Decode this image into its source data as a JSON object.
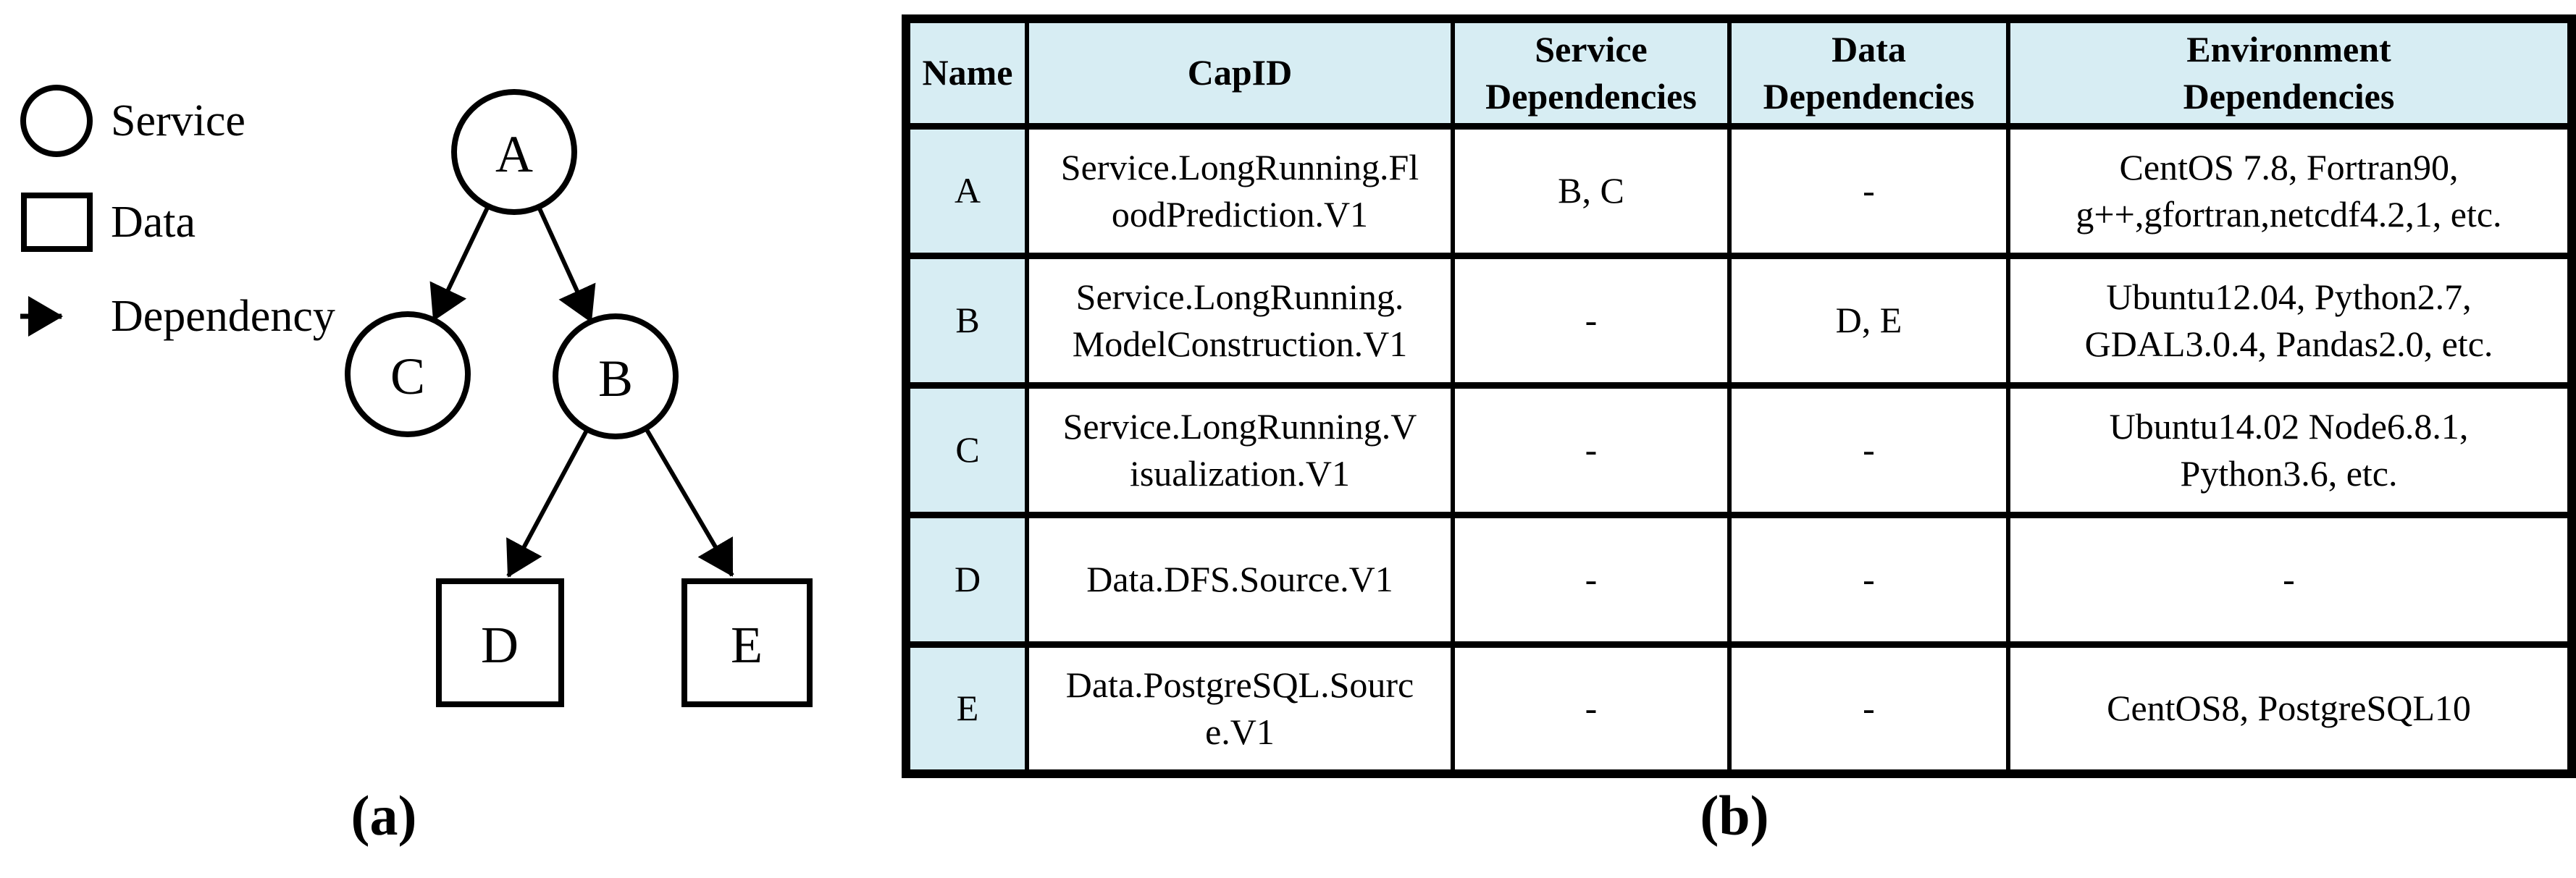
{
  "figure": {
    "caption_a": "(a)",
    "caption_b": "(b)"
  },
  "legend": {
    "items": [
      {
        "symbol": "circle-icon",
        "label": "Service"
      },
      {
        "symbol": "square-icon",
        "label": "Data"
      },
      {
        "symbol": "arrow-icon",
        "label": "Dependency"
      }
    ]
  },
  "graph": {
    "nodes": [
      {
        "id": "A",
        "type": "service"
      },
      {
        "id": "B",
        "type": "service"
      },
      {
        "id": "C",
        "type": "service"
      },
      {
        "id": "D",
        "type": "data"
      },
      {
        "id": "E",
        "type": "data"
      }
    ],
    "edges": [
      {
        "from": "A",
        "to": "C"
      },
      {
        "from": "A",
        "to": "B"
      },
      {
        "from": "B",
        "to": "D"
      },
      {
        "from": "B",
        "to": "E"
      }
    ]
  },
  "table": {
    "headers": [
      "Name",
      "CapID",
      "Service\nDependencies",
      "Data\nDependencies",
      "Environment\nDependencies"
    ],
    "rows": [
      {
        "name": "A",
        "capid": "Service.LongRunning.Fl\noodPrediction.V1",
        "service_deps": "B, C",
        "data_deps": "-",
        "env_deps": "CentOS 7.8, Fortran90,\ng++,gfortran,netcdf4.2,1, etc."
      },
      {
        "name": "B",
        "capid": "Service.LongRunning.\nModelConstruction.V1",
        "service_deps": "-",
        "data_deps": "D, E",
        "env_deps": "Ubuntu12.04, Python2.7,\nGDAL3.0.4, Pandas2.0, etc."
      },
      {
        "name": "C",
        "capid": "Service.LongRunning.V\nisualization.V1",
        "service_deps": "-",
        "data_deps": "-",
        "env_deps": "Ubuntu14.02 Node6.8.1,\nPython3.6, etc."
      },
      {
        "name": "D",
        "capid": "Data.DFS.Source.V1",
        "service_deps": "-",
        "data_deps": "-",
        "env_deps": "-"
      },
      {
        "name": "E",
        "capid": "Data.PostgreSQL.Sourc\ne.V1",
        "service_deps": "-",
        "data_deps": "-",
        "env_deps": "CentOS8, PostgreSQL10"
      }
    ]
  },
  "colors": {
    "header_bg": "#d7edf3",
    "border": "#000000",
    "background": "#ffffff"
  }
}
